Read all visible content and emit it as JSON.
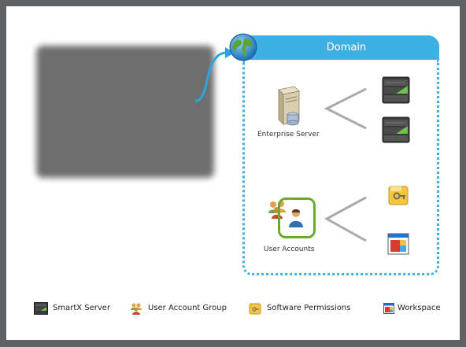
{
  "diagram": {
    "domain_title": "Domain",
    "enterprise_server_label": "Enterprise Server",
    "user_accounts_label": "User Accounts"
  },
  "legend": {
    "smartx_server": "SmartX Server",
    "user_account_group": "User Account Group",
    "software_permissions": "Software Permissions",
    "workspace": "Workspace"
  },
  "colors": {
    "accent": "#3fb0e4",
    "frame": "#5f6062",
    "highlight": "#6aab2e"
  }
}
